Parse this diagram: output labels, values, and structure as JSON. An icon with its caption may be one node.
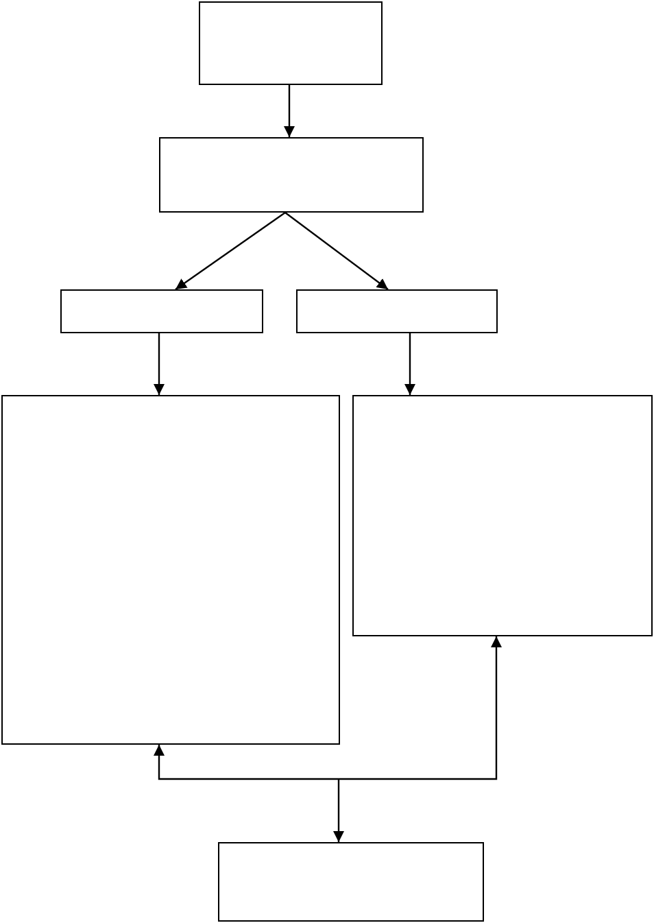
{
  "diagram": {
    "nodes": [
      {
        "text": [],
        "shape": "box"
      },
      {
        "text": [],
        "shape": "box"
      },
      {
        "text": [],
        "shape": "box"
      },
      {
        "text": [],
        "shape": "box"
      },
      {
        "text": [],
        "shape": "box"
      },
      {
        "text": [],
        "shape": "box"
      },
      {
        "text": [],
        "shape": "box"
      }
    ],
    "edges": [
      {
        "from": 0,
        "to": 1,
        "arrow": "to"
      },
      {
        "from": 1,
        "to": 2,
        "arrow": "to"
      },
      {
        "from": 1,
        "to": 3,
        "arrow": "to"
      },
      {
        "from": 2,
        "to": 4,
        "arrow": "to"
      },
      {
        "from": 3,
        "to": 5,
        "arrow": "to"
      },
      {
        "from": 4,
        "to": 5,
        "arrow": "both"
      },
      {
        "from": null,
        "to": 6,
        "arrow": "to"
      }
    ]
  }
}
